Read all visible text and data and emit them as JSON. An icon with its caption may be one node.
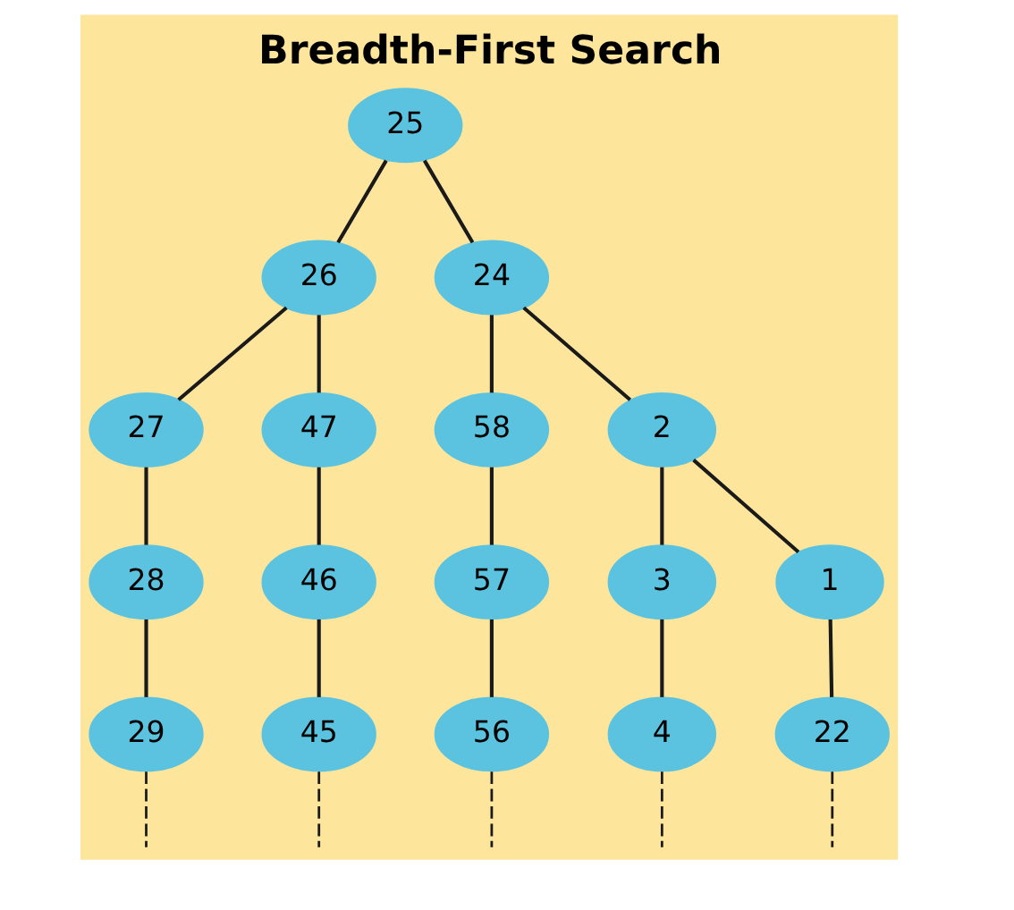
{
  "diagram": {
    "title": "Breadth-First Search",
    "nodes": [
      {
        "text": [
          "25"
        ]
      },
      {
        "text": [
          "26"
        ]
      },
      {
        "text": [
          "24"
        ]
      },
      {
        "text": [
          "27"
        ]
      },
      {
        "text": [
          "47"
        ]
      },
      {
        "text": [
          "58"
        ]
      },
      {
        "text": [
          "2"
        ]
      },
      {
        "text": [
          "28"
        ]
      },
      {
        "text": [
          "46"
        ]
      },
      {
        "text": [
          "57"
        ]
      },
      {
        "text": [
          "3"
        ]
      },
      {
        "text": [
          "1"
        ]
      },
      {
        "text": [
          "29"
        ]
      },
      {
        "text": [
          "45"
        ]
      },
      {
        "text": [
          "56"
        ]
      },
      {
        "text": [
          "4"
        ]
      },
      {
        "text": [
          "22"
        ]
      }
    ],
    "edges": [
      {
        "from": 0,
        "to": 1,
        "arrow": "none"
      },
      {
        "from": 0,
        "to": 2,
        "arrow": "none"
      },
      {
        "from": 1,
        "to": 3,
        "arrow": "none"
      },
      {
        "from": 1,
        "to": 4,
        "arrow": "none"
      },
      {
        "from": 2,
        "to": 5,
        "arrow": "none"
      },
      {
        "from": 2,
        "to": 6,
        "arrow": "none"
      },
      {
        "from": 3,
        "to": 7,
        "arrow": "none"
      },
      {
        "from": 4,
        "to": 8,
        "arrow": "none"
      },
      {
        "from": 5,
        "to": 9,
        "arrow": "none"
      },
      {
        "from": 6,
        "to": 10,
        "arrow": "none"
      },
      {
        "from": 6,
        "to": 11,
        "arrow": "none"
      },
      {
        "from": 7,
        "to": 12,
        "arrow": "none"
      },
      {
        "from": 8,
        "to": 13,
        "arrow": "none"
      },
      {
        "from": 9,
        "to": 14,
        "arrow": "none"
      },
      {
        "from": 10,
        "to": 15,
        "arrow": "none"
      },
      {
        "from": 11,
        "to": 16,
        "arrow": "none"
      },
      {
        "from": 12,
        "to": null,
        "arrow": "none",
        "style": "dashed"
      },
      {
        "from": 13,
        "to": null,
        "arrow": "none",
        "style": "dashed"
      },
      {
        "from": 14,
        "to": null,
        "arrow": "none",
        "style": "dashed"
      },
      {
        "from": 15,
        "to": null,
        "arrow": "none",
        "style": "dashed"
      },
      {
        "from": 16,
        "to": null,
        "arrow": "none",
        "style": "dashed"
      }
    ]
  }
}
